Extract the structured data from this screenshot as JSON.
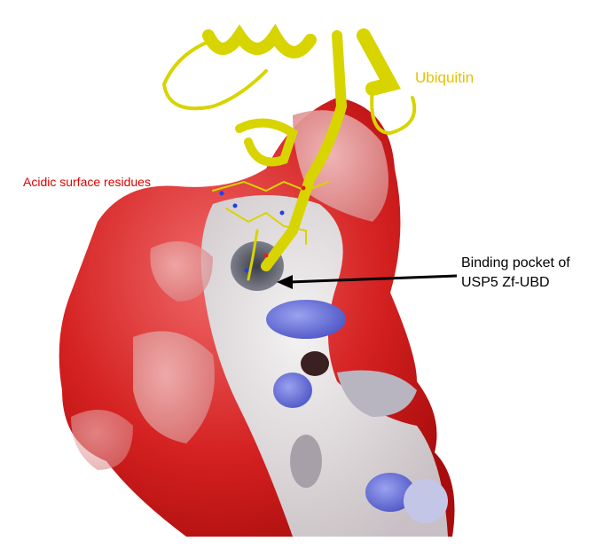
{
  "labels": {
    "ubiquitin": "Ubiquitin",
    "acidic": "Acidic surface residues",
    "pocket_line1": "Binding pocket of",
    "pocket_line2": "USP5 Zf-UBD"
  },
  "colors": {
    "ubiquitin_label": "#e6c200",
    "acidic_label": "#e00000",
    "acidic_surface": "#d42020",
    "basic_surface": "#5c66d6",
    "neutral_surface": "#e6e2e2",
    "ribbon": "#d8d400"
  }
}
